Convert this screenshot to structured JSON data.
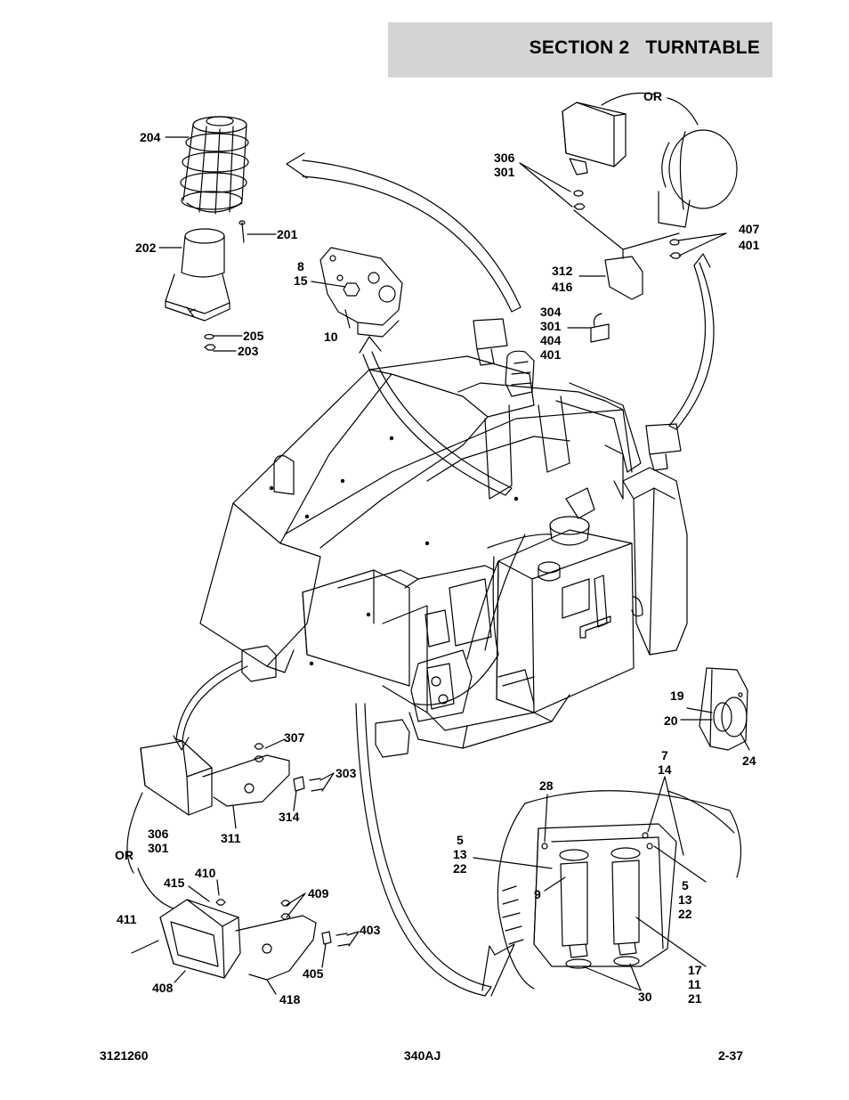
{
  "header": {
    "title": "SECTION 2   TURNTABLE"
  },
  "footer": {
    "doc_number": "3121260",
    "model": "340AJ",
    "page": "2-37"
  },
  "callouts": {
    "c204": "204",
    "c201": "201",
    "c202": "202",
    "c205": "205",
    "c203": "203",
    "c8": "8",
    "c15": "15",
    "c10": "10",
    "or_top": "OR",
    "c306a": "306",
    "c301a": "301",
    "c407": "407",
    "c401a": "401",
    "c312": "312",
    "c416": "416",
    "c304": "304",
    "c301b": "301",
    "c404": "404",
    "c401b": "401",
    "c19": "19",
    "c20": "20",
    "c24": "24",
    "c307": "307",
    "c303": "303",
    "c314": "314",
    "c306b": "306",
    "c301c": "301",
    "c311": "311",
    "or_left": "OR",
    "c410": "410",
    "c415": "415",
    "c409": "409",
    "c403": "403",
    "c411": "411",
    "c405": "405",
    "c408": "408",
    "c418": "418",
    "c7": "7",
    "c14": "14",
    "c28": "28",
    "c5a": "5",
    "c13a": "13",
    "c22a": "22",
    "c9": "9",
    "c5b": "5",
    "c13b": "13",
    "c22b": "22",
    "c17": "17",
    "c11": "11",
    "c21": "21",
    "c30": "30"
  }
}
